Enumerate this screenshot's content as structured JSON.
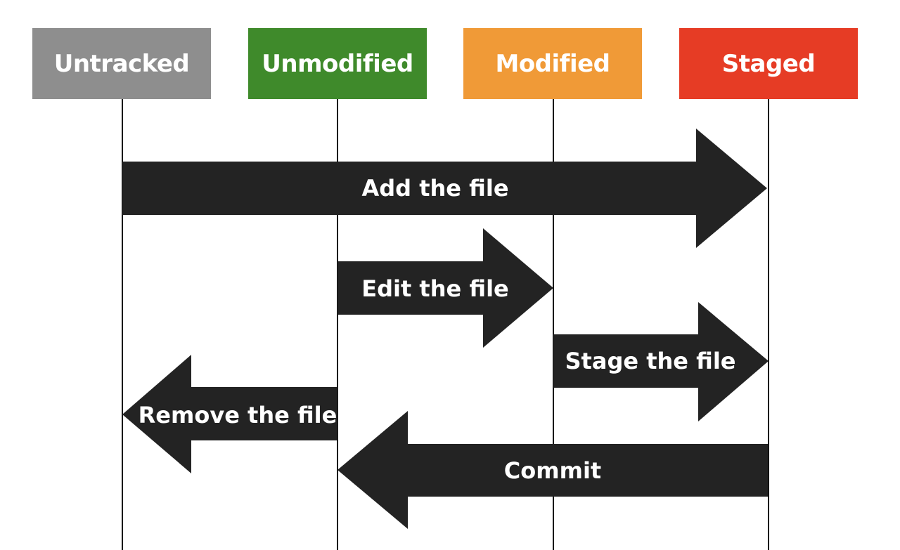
{
  "states": [
    {
      "id": "untracked",
      "label": "Untracked",
      "color": "#8e8e8e"
    },
    {
      "id": "unmodified",
      "label": "Unmodified",
      "color": "#3f8a2b"
    },
    {
      "id": "modified",
      "label": "Modified",
      "color": "#f09a37"
    },
    {
      "id": "staged",
      "label": "Staged",
      "color": "#e63c25"
    }
  ],
  "transitions": [
    {
      "id": "add",
      "label": "Add the file",
      "from": "untracked",
      "to": "staged"
    },
    {
      "id": "edit",
      "label": "Edit the file",
      "from": "unmodified",
      "to": "modified"
    },
    {
      "id": "stage",
      "label": "Stage the file",
      "from": "modified",
      "to": "staged"
    },
    {
      "id": "remove",
      "label": "Remove the file",
      "from": "unmodified",
      "to": "untracked"
    },
    {
      "id": "commit",
      "label": "Commit",
      "from": "staged",
      "to": "unmodified"
    }
  ],
  "arrow_color": "#232323"
}
